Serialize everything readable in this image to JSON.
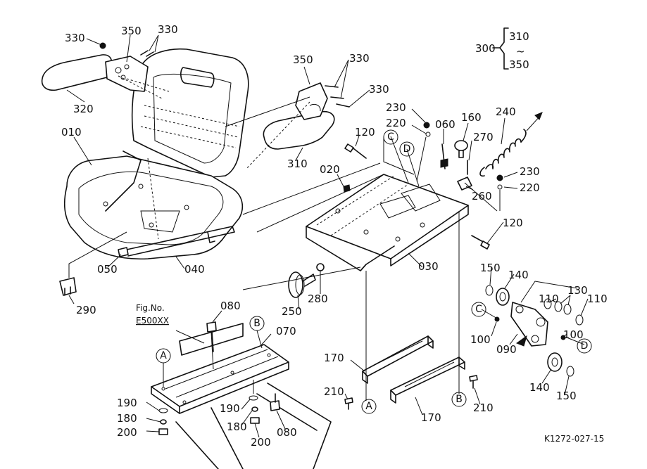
{
  "figure_no_label": "Fig.No.",
  "figure_no_value": "E500XX",
  "drawing_code": "K1272-027-15",
  "group_ref": {
    "main": "300",
    "from": "310",
    "tilde": "~",
    "to": "350"
  },
  "callouts": {
    "c330a": "330",
    "c350a": "350",
    "c330b": "330",
    "c320": "320",
    "c010": "010",
    "c050": "050",
    "c040": "040",
    "c290": "290",
    "c350b": "350",
    "c330c": "330",
    "c330d": "330",
    "c310": "310",
    "c230a": "230",
    "c220a": "220",
    "c060": "060",
    "c160": "160",
    "c240": "240",
    "c120a": "120",
    "c020": "020",
    "c270": "270",
    "c230b": "230",
    "c260": "260",
    "c220b": "220",
    "c120b": "120",
    "c030": "030",
    "c250": "250",
    "c280": "280",
    "c150a": "150",
    "c140a": "140",
    "c110a": "110",
    "c130": "130",
    "c110b": "110",
    "c100a": "100",
    "c090": "090",
    "c100b": "100",
    "c140b": "140",
    "c150b": "150",
    "c080a": "080",
    "c070": "070",
    "c170a": "170",
    "c210a": "210",
    "c170b": "170",
    "c210b": "210",
    "c190a": "190",
    "c180a": "180",
    "c200a": "200",
    "c190b": "190",
    "c180b": "180",
    "c200b": "200",
    "c080b": "080"
  },
  "markers": {
    "A1": "A",
    "A2": "A",
    "B1": "B",
    "B2": "B",
    "C1": "C",
    "C2": "C",
    "D1": "D",
    "D2": "D"
  }
}
